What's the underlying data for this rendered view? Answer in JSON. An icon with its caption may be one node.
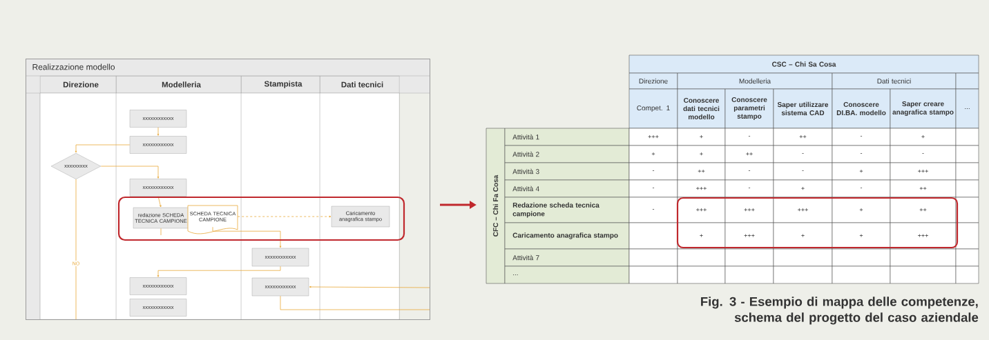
{
  "diagram": {
    "caption": "Fig. 3 - Esempio di mappa delle competenze, schema del progetto del caso aziendale",
    "nodes": [
      {
        "text": [
          "Realizzazione modello"
        ]
      },
      {
        "text": [
          "Direzione"
        ],
        "in": 0
      },
      {
        "text": [
          "Modelleria"
        ],
        "in": 0
      },
      {
        "text": [
          "Stampista"
        ],
        "in": 0
      },
      {
        "text": [
          "Dati tecnici"
        ],
        "in": 0
      },
      {
        "text": [
          "xxxxxxxxxxxx"
        ],
        "in": 2
      },
      {
        "text": [
          "xxxxxxxxxxxx"
        ],
        "in": 2
      },
      {
        "text": [
          "xxxxxxxxx"
        ],
        "in": 1
      },
      {
        "text": [
          "xxxxxxxxxxxx"
        ],
        "in": 2
      },
      {
        "text": [
          "redazione SCHEDA TECNICA CAMPIONE"
        ],
        "in": 2
      },
      {
        "text": [
          "SCHEDA TECNICA CAMPIONE"
        ],
        "in": 2
      },
      {
        "text": [
          "Caricamento anagrafica stampo"
        ],
        "in": 4
      },
      {
        "text": [
          "xxxxxxxxxxxx"
        ],
        "in": 3
      },
      {
        "text": [
          "xxxxxxxxxxxx"
        ],
        "in": 2
      },
      {
        "text": [
          "xxxxxxxxxxxx"
        ],
        "in": 2
      },
      {
        "text": [
          "xxxxxxxxxxxx"
        ],
        "in": 3
      }
    ],
    "edges": [
      {
        "from": 5,
        "to": 6,
        "arrow": "to"
      },
      {
        "from": 6,
        "to": 7,
        "arrow": "to"
      },
      {
        "from": 7,
        "to": 8,
        "arrow": "to"
      },
      {
        "from": 7,
        "to": null,
        "arrow": "none",
        "label": "NO"
      },
      {
        "from": 8,
        "to": 9,
        "arrow": "to"
      },
      {
        "from": 9,
        "to": null,
        "arrow": "none"
      },
      {
        "from": 10,
        "to": 11,
        "arrow": "to",
        "style": "dashed"
      },
      {
        "from": 10,
        "to": 12,
        "arrow": "to"
      },
      {
        "from": 12,
        "to": 13,
        "arrow": "to"
      },
      {
        "from": null,
        "to": 15,
        "arrow": "to"
      },
      {
        "from": 15,
        "to": null,
        "arrow": "none"
      }
    ],
    "labels": [
      "CSC – Chi Sa Cosa",
      "Direzione",
      "Modelleria",
      "Dati tecnici",
      "Compet. 1",
      "Conoscere dati tecnici modello",
      "Conoscere parametri stampo",
      "Saper utilizzare sistema CAD",
      "Conoscere DI.BA. modello",
      "Saper creare anagrafica stampo",
      "...",
      "CFC – Chi Fa Cosa",
      "Attività 1",
      "+++",
      "+",
      "-",
      "++",
      "-",
      "+",
      "Attività 2",
      "+",
      "+",
      "++",
      "-",
      "-",
      "-",
      "Attività 3",
      "-",
      "++",
      "-",
      "-",
      "+",
      "+++",
      "Attività 4",
      "-",
      "+++",
      "-",
      "+",
      "-",
      "++",
      "Redazione scheda tecnica campione",
      "-",
      "+++",
      "+++",
      "+++",
      "+",
      "++",
      "Caricamento anagrafica stampo",
      "+",
      "+++",
      "+",
      "+",
      "+++",
      "Attività 7",
      "..."
    ]
  }
}
